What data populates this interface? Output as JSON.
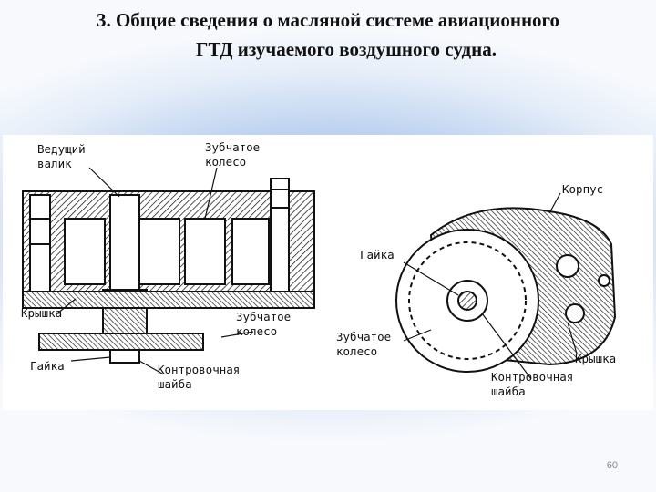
{
  "slide": {
    "title_line1": "3. Общие сведения о масляной системе авиационного",
    "title_line2": "ГТД изучаемого воздушного судна.",
    "page_number": "60"
  },
  "figure": {
    "left_view": {
      "labels": {
        "drive_shaft_1": "Ведущий",
        "drive_shaft_2": "валик",
        "gear_top_1": "Зубчатое",
        "gear_top_2": "колесо",
        "cover": "Крышка",
        "gear_right_1": "Зубчатое",
        "gear_right_2": "колесо",
        "nut": "Гайка",
        "lock_washer_1": "Контровочная",
        "lock_washer_2": "шайба"
      }
    },
    "right_view": {
      "labels": {
        "housing": "Корпус",
        "nut": "Гайка",
        "gear_1": "Зубчатое",
        "gear_2": "колесо",
        "cover": "Крышка",
        "lock_washer_1": "Контровочная",
        "lock_washer_2": "шайба"
      }
    }
  }
}
